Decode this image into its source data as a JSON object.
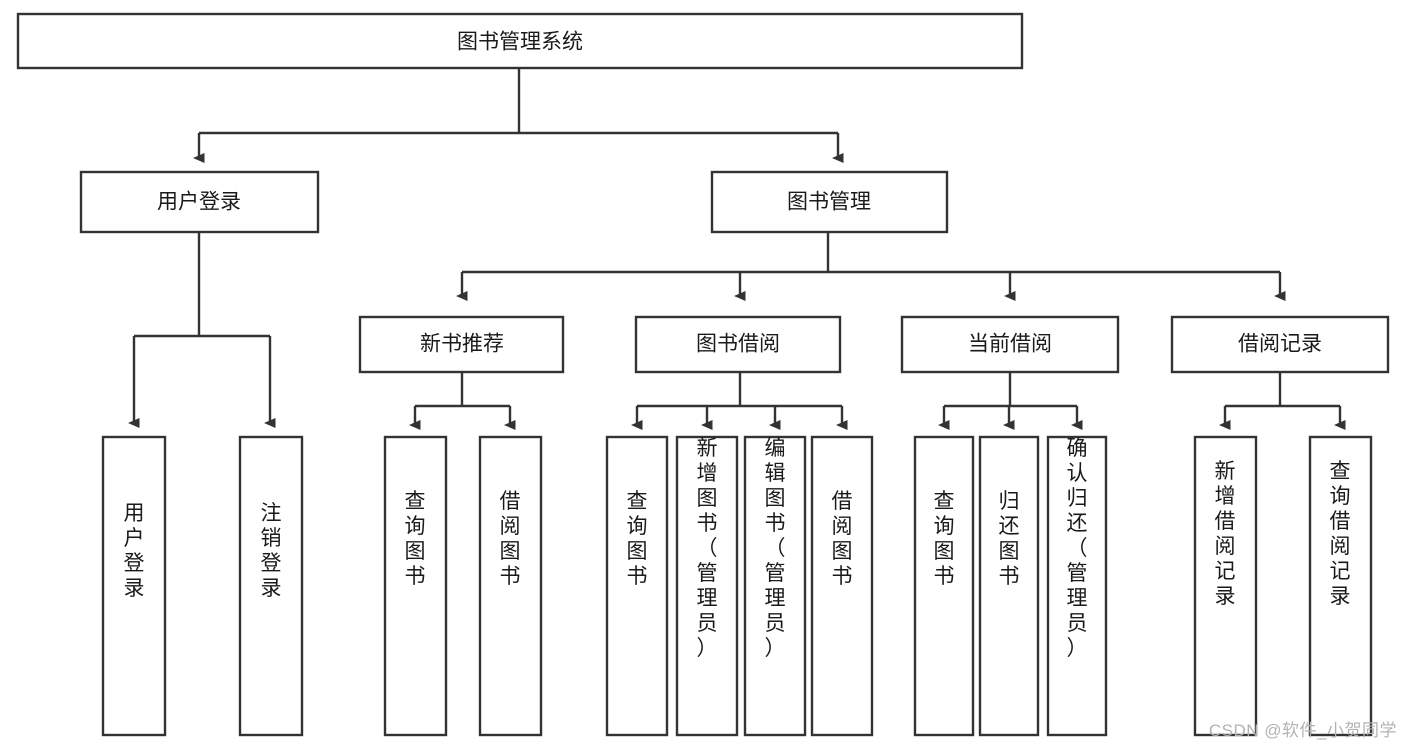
{
  "diagram": {
    "type": "tree",
    "title": "图书管理系统",
    "colors": {
      "stroke": "#333333",
      "fill": "#ffffff",
      "text": "#1a1a1a",
      "watermark": "#b3b3b3"
    },
    "root": {
      "label": "图书管理系统"
    },
    "level2": [
      {
        "label": "用户登录"
      },
      {
        "label": "图书管理"
      }
    ],
    "level3": [
      {
        "label": "新书推荐"
      },
      {
        "label": "图书借阅"
      },
      {
        "label": "当前借阅"
      },
      {
        "label": "借阅记录"
      }
    ],
    "leaves": {
      "user_login": [
        {
          "label": "用户登录"
        },
        {
          "label": "注销登录"
        }
      ],
      "new_book_recommend": [
        {
          "label": "查询图书"
        },
        {
          "label": "借阅图书"
        }
      ],
      "book_borrow": [
        {
          "label": "查询图书"
        },
        {
          "label": "新增图书（管理员）"
        },
        {
          "label": "编辑图书（管理员）"
        },
        {
          "label": "借阅图书"
        }
      ],
      "current_borrow": [
        {
          "label": "查询图书"
        },
        {
          "label": "归还图书"
        },
        {
          "label": "确认归还（管理员）"
        }
      ],
      "borrow_record": [
        {
          "label": "新增借阅记录"
        },
        {
          "label": "查询借阅记录"
        }
      ]
    }
  },
  "watermark": {
    "text": "CSDN @软件_小贺同学"
  }
}
